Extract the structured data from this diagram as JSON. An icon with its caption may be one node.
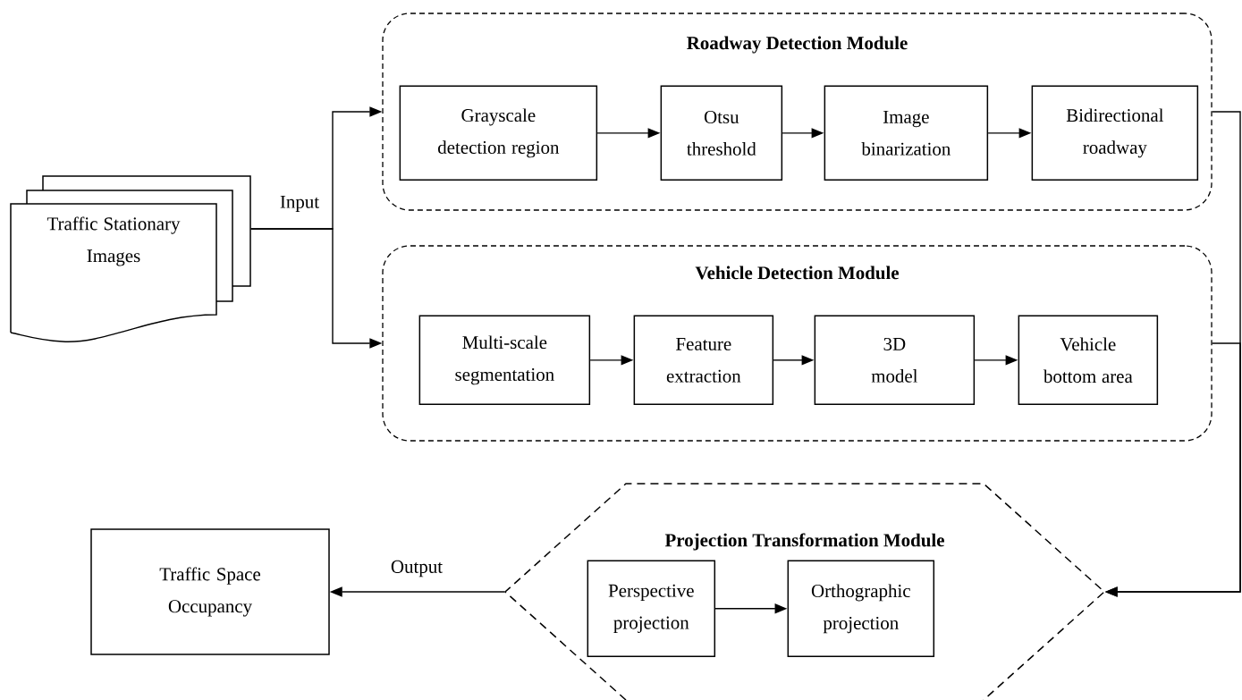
{
  "diagram": {
    "nodes": [
      {
        "text": [
          "Traffic Stationary Images"
        ]
      },
      {
        "text": [
          "Roadway Detection Module"
        ]
      },
      {
        "text": [
          "Grayscale detection region"
        ],
        "in": 1
      },
      {
        "text": [
          "Otsu threshold"
        ],
        "in": 1
      },
      {
        "text": [
          "Image binarization"
        ],
        "in": 1
      },
      {
        "text": [
          "Bidirectional roadway"
        ],
        "in": 1
      },
      {
        "text": [
          "Vehicle Detection Module"
        ]
      },
      {
        "text": [
          "Multi-scale segmentation"
        ],
        "in": 6
      },
      {
        "text": [
          "Feature extraction"
        ],
        "in": 6
      },
      {
        "text": [
          "3D model"
        ],
        "in": 6
      },
      {
        "text": [
          "Vehicle bottom area"
        ],
        "in": 6
      },
      {
        "text": [
          "Projection Transformation Module"
        ]
      },
      {
        "text": [
          "Perspective projection"
        ],
        "in": 11
      },
      {
        "text": [
          "Orthographic projection"
        ],
        "in": 11
      },
      {
        "text": [
          "Traffic Space Occupancy"
        ]
      }
    ],
    "edges": [
      {
        "from": 0,
        "to": 1,
        "arrow": "to",
        "label": "Input"
      },
      {
        "from": 0,
        "to": 6,
        "arrow": "to"
      },
      {
        "from": 2,
        "to": 3,
        "arrow": "to"
      },
      {
        "from": 3,
        "to": 4,
        "arrow": "to"
      },
      {
        "from": 4,
        "to": 5,
        "arrow": "to"
      },
      {
        "from": 7,
        "to": 8,
        "arrow": "to"
      },
      {
        "from": 8,
        "to": 9,
        "arrow": "to"
      },
      {
        "from": 9,
        "to": 10,
        "arrow": "to"
      },
      {
        "from": 12,
        "to": 13,
        "arrow": "to"
      },
      {
        "from": 1,
        "to": 11,
        "arrow": "to"
      },
      {
        "from": 6,
        "to": 11,
        "arrow": "to"
      },
      {
        "from": 11,
        "to": 14,
        "arrow": "to",
        "label": "Output"
      }
    ]
  }
}
